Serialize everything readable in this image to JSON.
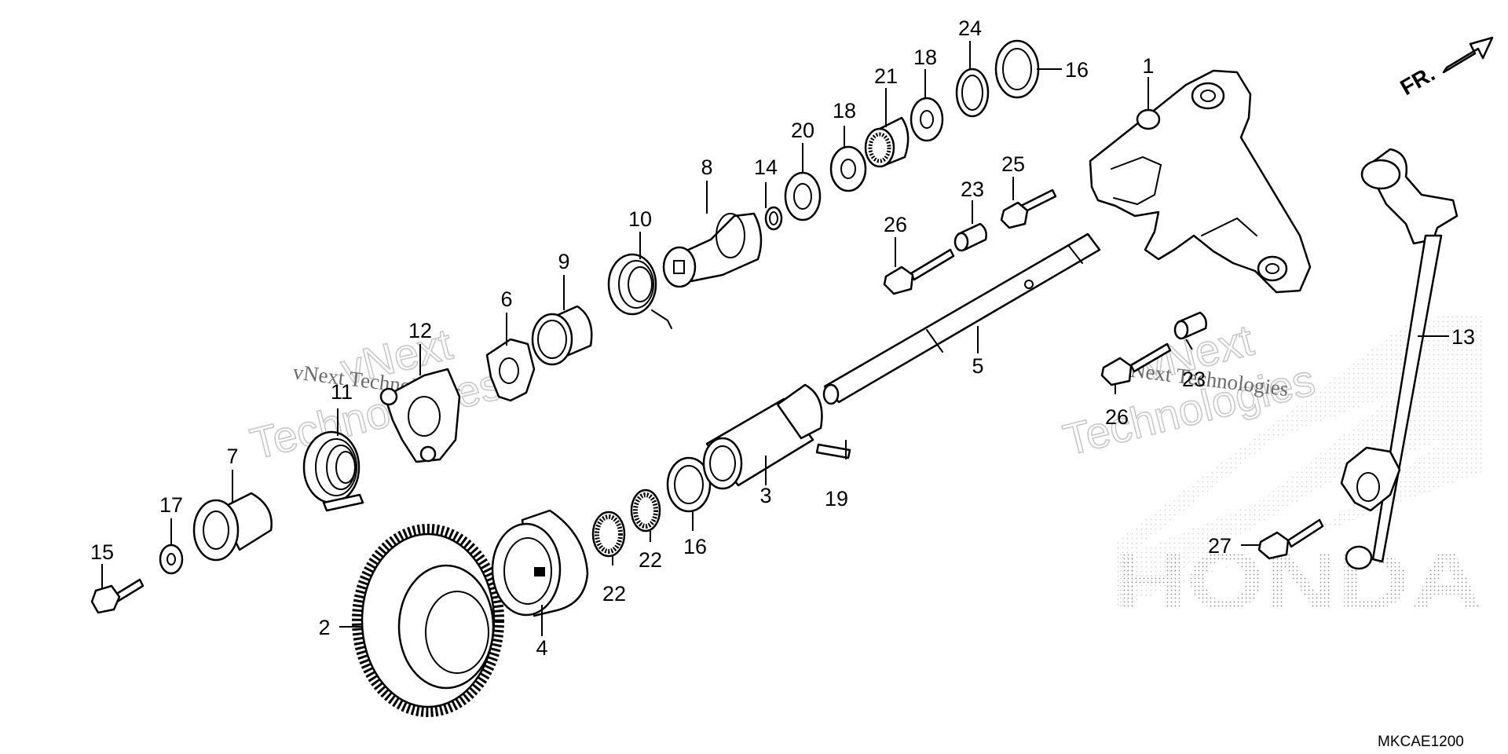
{
  "diagram": {
    "code": "MKCAE1200",
    "orientation_label": "FR.",
    "brand_watermark": "HONDA",
    "watermark_lines": [
      "vNext",
      "Technologies",
      "vNext Technologies"
    ],
    "callouts": [
      {
        "id": "c1",
        "label": "1"
      },
      {
        "id": "c2",
        "label": "2"
      },
      {
        "id": "c3",
        "label": "3"
      },
      {
        "id": "c4",
        "label": "4"
      },
      {
        "id": "c5",
        "label": "5"
      },
      {
        "id": "c6",
        "label": "6"
      },
      {
        "id": "c7",
        "label": "7"
      },
      {
        "id": "c8",
        "label": "8"
      },
      {
        "id": "c9",
        "label": "9"
      },
      {
        "id": "c10",
        "label": "10"
      },
      {
        "id": "c11",
        "label": "11"
      },
      {
        "id": "c12",
        "label": "12"
      },
      {
        "id": "c13",
        "label": "13"
      },
      {
        "id": "c14",
        "label": "14"
      },
      {
        "id": "c15",
        "label": "15"
      },
      {
        "id": "c16a",
        "label": "16"
      },
      {
        "id": "c16b",
        "label": "16"
      },
      {
        "id": "c17",
        "label": "17"
      },
      {
        "id": "c18a",
        "label": "18"
      },
      {
        "id": "c18b",
        "label": "18"
      },
      {
        "id": "c19",
        "label": "19"
      },
      {
        "id": "c20",
        "label": "20"
      },
      {
        "id": "c21",
        "label": "21"
      },
      {
        "id": "c22a",
        "label": "22"
      },
      {
        "id": "c22b",
        "label": "22"
      },
      {
        "id": "c23a",
        "label": "23"
      },
      {
        "id": "c23b",
        "label": "23"
      },
      {
        "id": "c24",
        "label": "24"
      },
      {
        "id": "c25",
        "label": "25"
      },
      {
        "id": "c26a",
        "label": "26"
      },
      {
        "id": "c26b",
        "label": "26"
      },
      {
        "id": "c27",
        "label": "27"
      }
    ]
  }
}
